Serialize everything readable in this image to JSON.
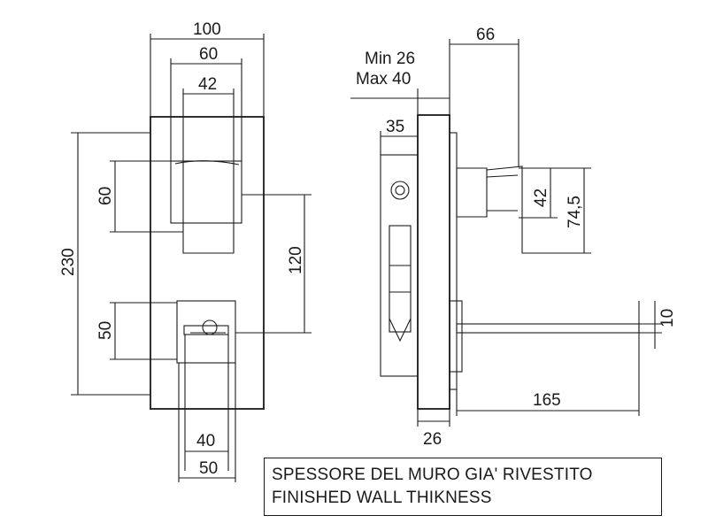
{
  "front_view": {
    "width_total": "100",
    "width_plate_inner": "60",
    "width_handle": "42",
    "height_total": "230",
    "height_upper_module": "60",
    "height_between": "120",
    "height_lower_module": "50",
    "width_lower_inner": "40",
    "width_lower_outer": "50"
  },
  "side_view": {
    "min_label": "Min 26",
    "max_label": "Max 40",
    "projection": "66",
    "box_depth": "35",
    "outlet_height_small": "42",
    "outlet_height_large": "74,5",
    "spout_length": "165",
    "spout_diameter": "10",
    "plate_thickness": "26"
  },
  "note": {
    "line1": "SPESSORE DEL MURO GIA' RIVESTITO",
    "line2": "FINISHED WALL THIKNESS"
  }
}
